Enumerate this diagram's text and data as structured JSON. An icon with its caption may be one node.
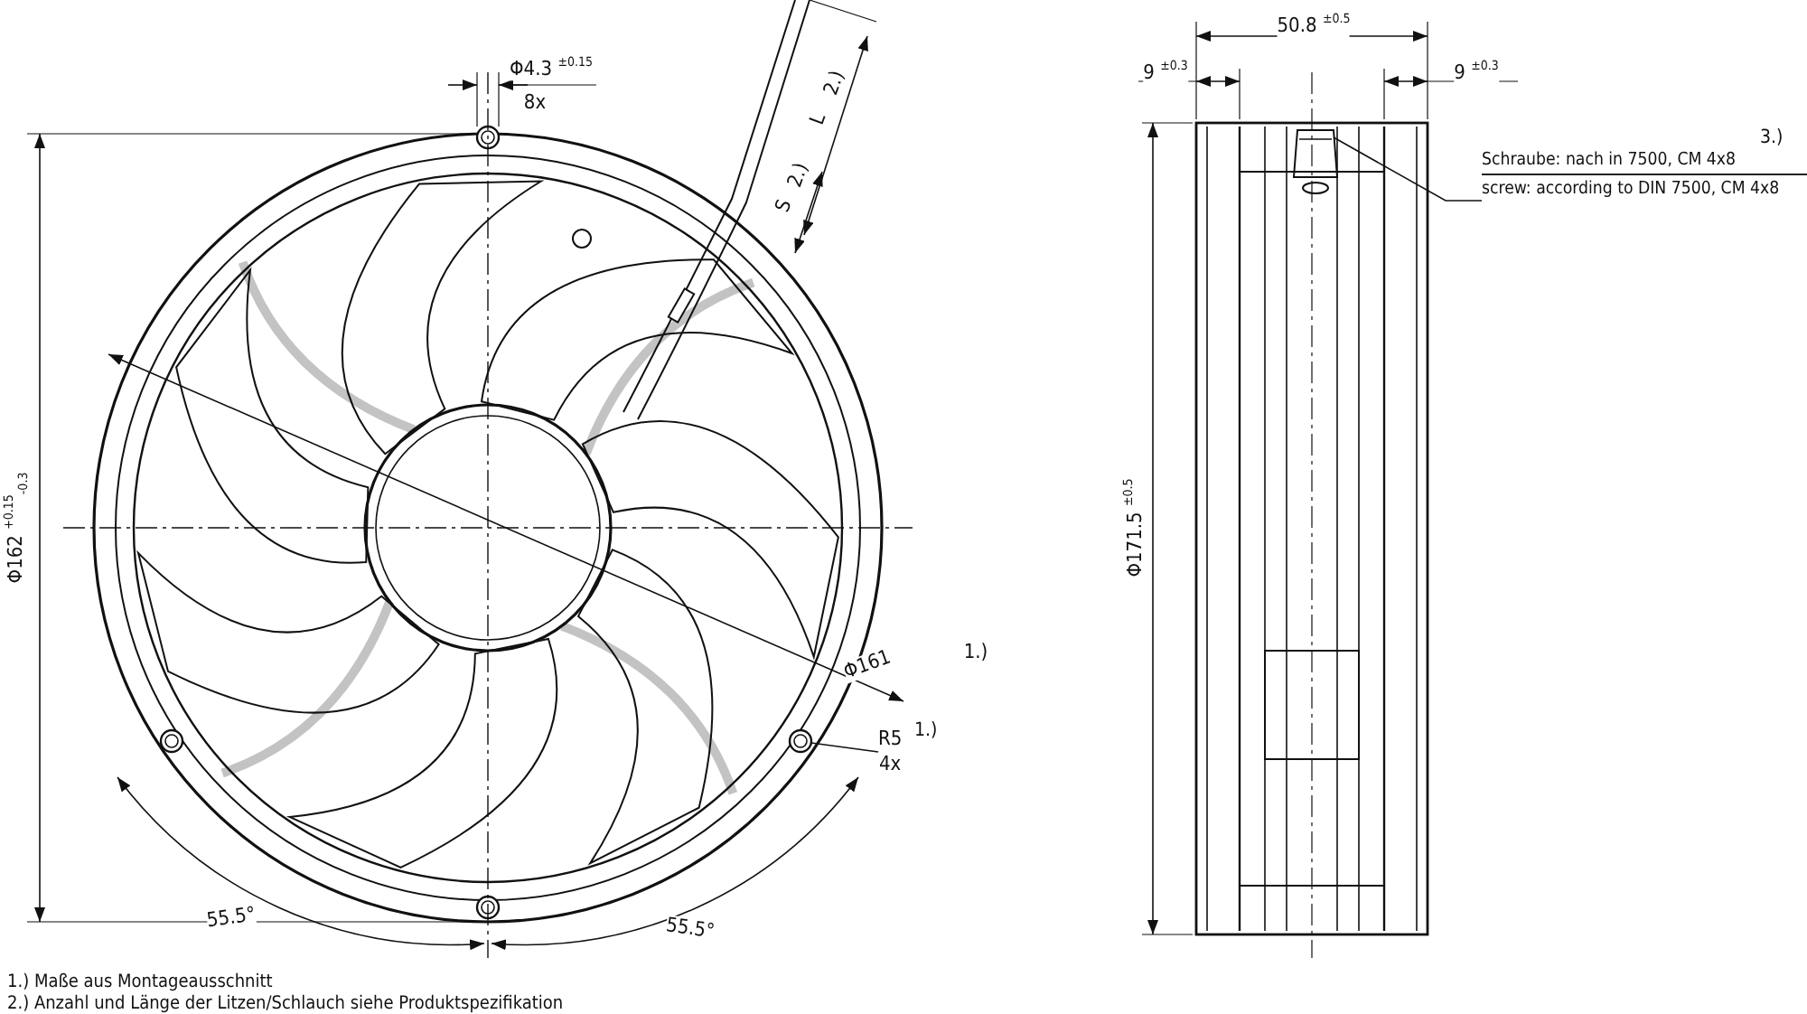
{
  "diagram": {
    "nodes": [
      {
        "text": [
          "Schraube: nach in 7500, CM 4x8",
          "screw: according to DIN 7500, CM 4x8"
        ],
        "beside": [
          "3.)"
        ]
      },
      {
        "text": [],
        "shape": "box"
      },
      {
        "text": [
          "R5",
          "4x"
        ],
        "beside": [
          "1.)"
        ]
      },
      {
        "text": [],
        "shape": "circle"
      }
    ],
    "edges": [
      {
        "from": 0,
        "to": 1,
        "arrow": "none"
      },
      {
        "from": 2,
        "to": 3,
        "arrow": "none"
      }
    ],
    "labels": [
      "Φ4.3 $^{±0.15}$",
      "8x",
      "L",
      "2.)",
      "S",
      "2.)",
      "Φ162 $^{+0.15}$$_{-0.3}$",
      "Φ161",
      "1.)",
      "55.5°",
      "55.5°",
      "50.8 $^{±0.5}$",
      "9 $^{±0.3}$",
      "9 $^{±0.3}$",
      "Φ171.5 $^{±0.5}$",
      "1.) Maße aus Montageausschnitt",
      "2.) Anzahl und Länge der Litzen/Schlauch siehe Produktspezifikation"
    ]
  }
}
